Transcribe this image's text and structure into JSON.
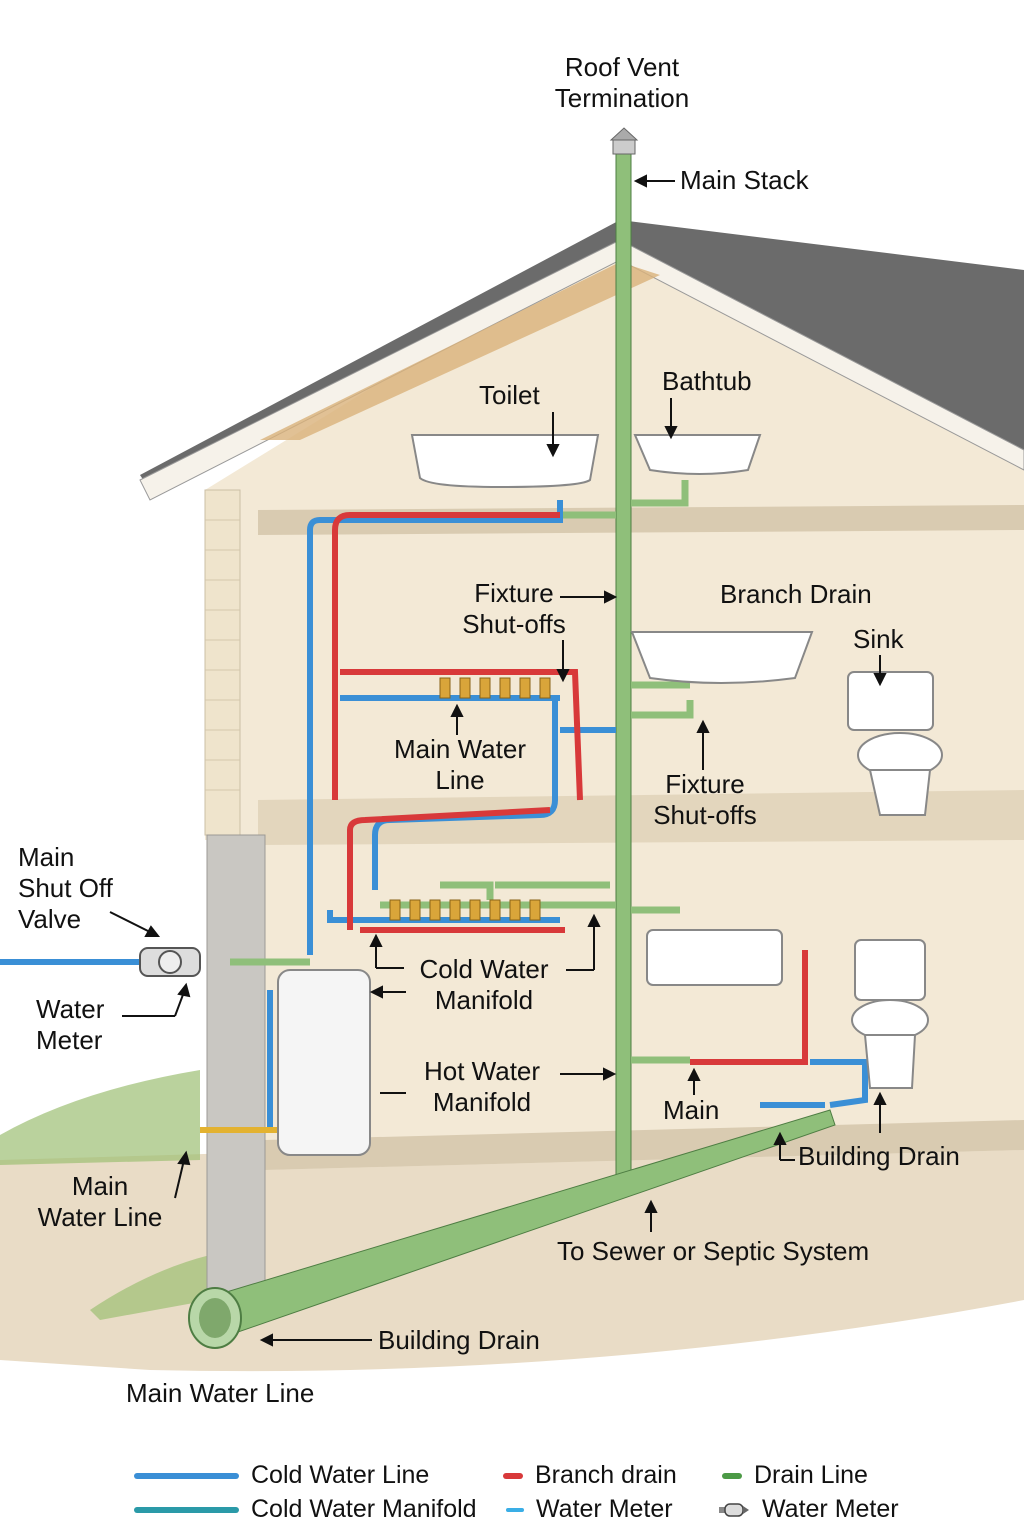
{
  "labels": {
    "roof_vent": [
      "Roof Vent",
      "Termination"
    ],
    "main_stack": "Main Stack",
    "toilet": "Toilet",
    "bathtub": "Bathtub",
    "fixture_shutoffs_upper": [
      "Fixture",
      "Shut-offs"
    ],
    "branch_drain": "Branch Drain",
    "sink": "Sink",
    "main_water_line_upper": [
      "Main Water",
      "Line"
    ],
    "fixture_shutoffs_lower": [
      "Fixture",
      "Shut-offs"
    ],
    "main_shutoff_valve": [
      "Main",
      "Shut Off",
      "Valve"
    ],
    "water_meter": [
      "Water",
      "Meter"
    ],
    "cold_water_manifold": [
      "Cold Water",
      "Manifold"
    ],
    "hot_water_manifold": [
      "Hot Water",
      "Manifold"
    ],
    "main": "Main",
    "building_drain_right": "Building Drain",
    "main_water_line_left": [
      "Main",
      "Water Line"
    ],
    "to_sewer": "To Sewer or Septic System",
    "building_drain_bottom": "Building Drain",
    "main_water_line_bottom": "Main Water Line"
  },
  "legend": [
    {
      "label": "Cold Water Line",
      "color": "#3a8fd6",
      "icon": "line-swatch"
    },
    {
      "label": "Branch drain",
      "color": "#d8393a",
      "icon": "short-swatch"
    },
    {
      "label": "Drain Line",
      "color": "#4c9a46",
      "icon": "short-swatch"
    },
    {
      "label": "Cold Water Manifold",
      "color": "#2a9aa8",
      "icon": "line-swatch"
    },
    {
      "label": "Water Meter",
      "color": "#3aaee6",
      "icon": "short-swatch"
    },
    {
      "label": "Water Meter",
      "color": "#555555",
      "icon": "water-meter-icon"
    }
  ],
  "colors": {
    "cold": "#3a8fd6",
    "hot": "#d8393a",
    "drain": "#8fbf7a",
    "wall": "#f3e9d6"
  }
}
